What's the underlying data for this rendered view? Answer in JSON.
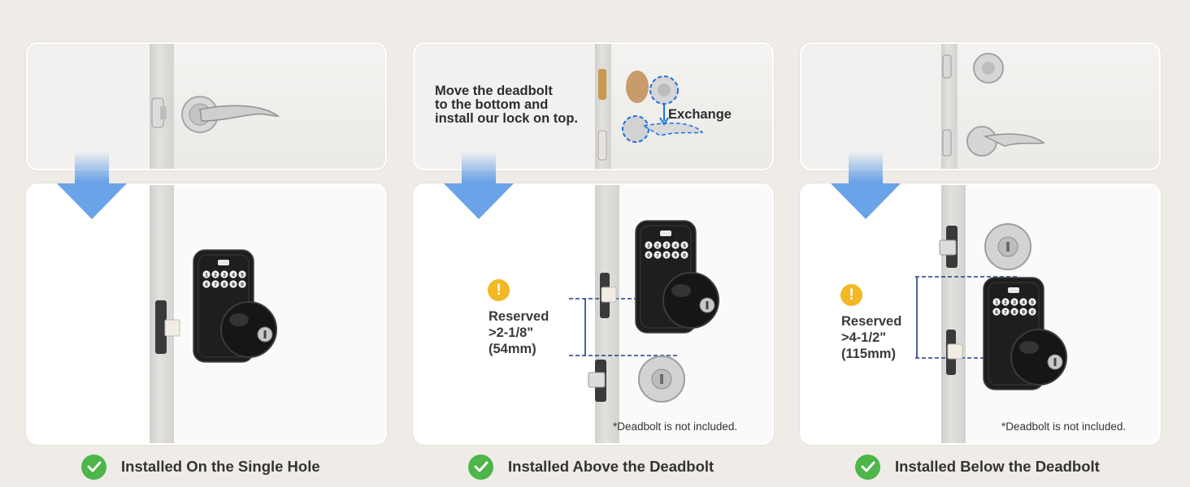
{
  "columns": [
    {
      "caption": "Installed On the Single Hole"
    },
    {
      "caption": "Installed Above the Deadbolt",
      "note": [
        "Move the deadbolt",
        "to the bottom and",
        "install our lock on top."
      ],
      "exchange_label": "Exchange",
      "reserved": [
        "Reserved",
        ">2-1/8\"",
        "(54mm)"
      ],
      "footnote": "*Deadbolt is not included."
    },
    {
      "caption": "Installed Below the Deadbolt",
      "reserved": [
        "Reserved",
        ">4-1/2\"",
        "(115mm)"
      ],
      "footnote": "*Deadbolt is not included."
    }
  ],
  "keypad_digits": [
    "1",
    "2",
    "3",
    "4",
    "5",
    "6",
    "7",
    "8",
    "9",
    "0"
  ],
  "colors": {
    "arrow": "#6aa3e8",
    "check": "#4cb648",
    "warning": "#f3b824",
    "dimension": "#1f3f86",
    "lock_body": "#1e1e1e"
  }
}
